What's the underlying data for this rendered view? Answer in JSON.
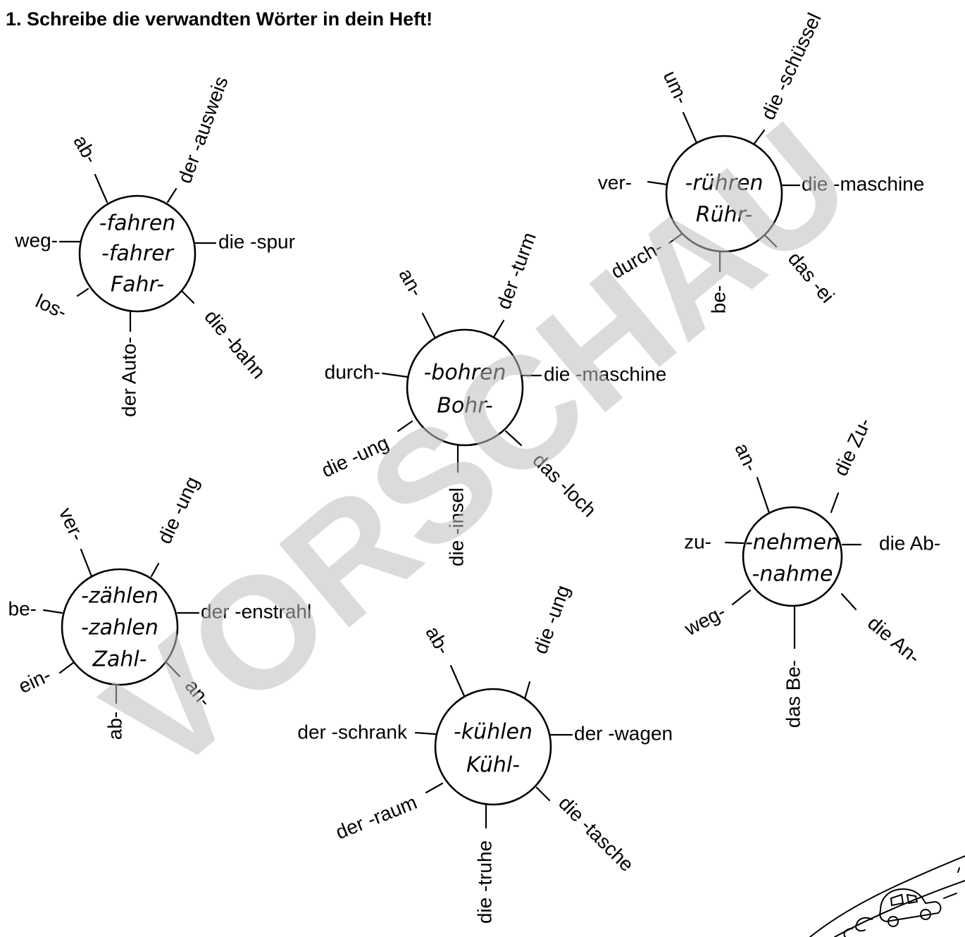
{
  "title": "1. Schreibe die verwandten Wörter in dein Heft!",
  "watermark": "VORSCHAU",
  "hubs": [
    {
      "id": "fahren",
      "core": [
        "-fahren",
        "-fahrer",
        "Fahr-"
      ],
      "affixes": [
        "ab-",
        "der -ausweis",
        "die -spur",
        "die -bahn",
        "der Auto-",
        "los-",
        "weg-"
      ]
    },
    {
      "id": "bohren",
      "core": [
        "-bohren",
        "Bohr-"
      ],
      "affixes": [
        "an-",
        "der -turm",
        "die -maschine",
        "das -loch",
        "die -insel",
        "die -ung",
        "durch-"
      ]
    },
    {
      "id": "ruehren",
      "core": [
        "-rühren",
        "Rühr-"
      ],
      "affixes": [
        "um-",
        "die -schüssel",
        "die -maschine",
        "das -ei",
        "be-",
        "durch-",
        "ver-"
      ]
    },
    {
      "id": "zaehlen",
      "core": [
        "-zählen",
        "-zahlen",
        "Zahl-"
      ],
      "affixes": [
        "ver-",
        "die -ung",
        "der -enstrahl",
        "an-",
        "ab-",
        "ein-",
        "be-"
      ]
    },
    {
      "id": "kuehlen",
      "core": [
        "-kühlen",
        "Kühl-"
      ],
      "affixes": [
        "ab-",
        "die -ung",
        "der -wagen",
        "die -tasche",
        "die -truhe",
        "der -raum",
        "der -schrank"
      ]
    },
    {
      "id": "nehmen",
      "core": [
        "-nehmen",
        "-nahme"
      ],
      "affixes": [
        "an-",
        "die Zu-",
        "die Ab-",
        "die An-",
        "das Be-",
        "weg-",
        "zu-"
      ]
    }
  ],
  "decoration": {
    "corner_image": "car-on-road-icon"
  }
}
